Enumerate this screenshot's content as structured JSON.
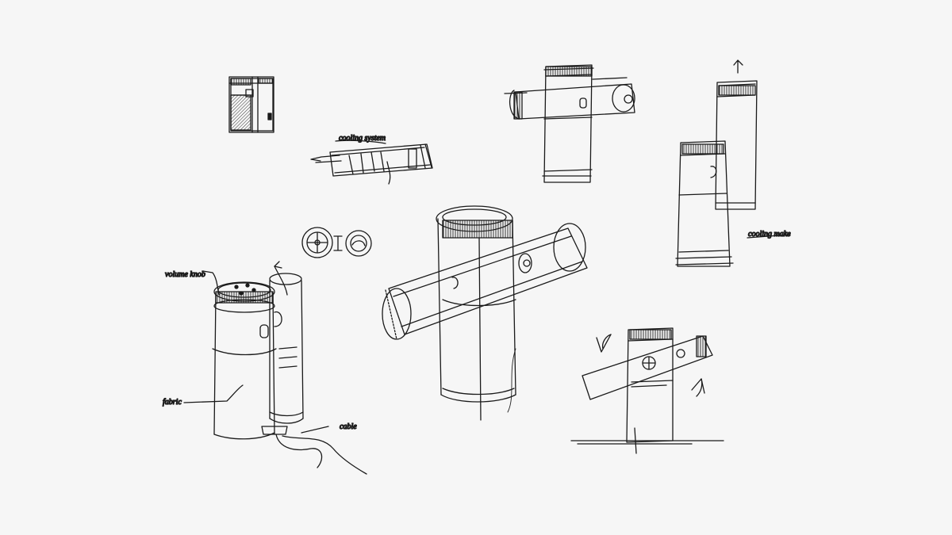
{
  "sheet": {
    "background": "#f6f6f6",
    "ink": "#1a1a1a"
  },
  "annotations": {
    "cooling_top": "cooling system",
    "volume": "volume knob",
    "fabric": "fabric",
    "cable": "cable",
    "cooling_right": "cooling make"
  }
}
